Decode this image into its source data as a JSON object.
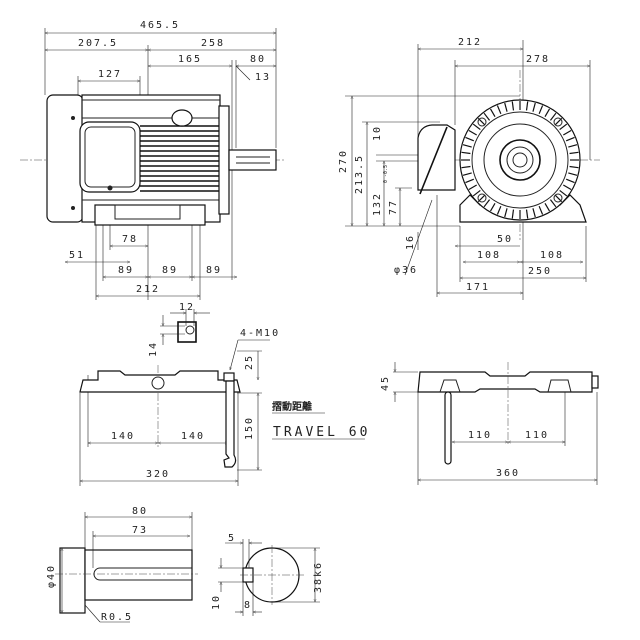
{
  "side_view": {
    "overall_length": "465.5",
    "rear_to_center": "207.5",
    "center_to_shaft_end": "258",
    "center_to_flange": "165",
    "shaft_length": "80",
    "flange_gap": "13",
    "terminal_box_offset": "127",
    "foot_to_center": "78",
    "foot_edge": "51",
    "foot_spacing_1": "89",
    "foot_spacing_2": "89",
    "foot_spacing_3": "89",
    "foot_length": "212"
  },
  "front_view": {
    "terminal_width": "212",
    "frame_width": "278",
    "overall_height": "270",
    "terminal_height": "213.5",
    "terminal_offset": "10",
    "shaft_height": "132",
    "shaft_height_tol": "0 -0.5",
    "conduit_height": "77",
    "foot_height": "16",
    "conduit_dia": "φ36",
    "foot_half": "50",
    "foot_spacing_left": "108",
    "foot_spacing_right": "108",
    "foot_width": "250",
    "terminal_to_center": "171"
  },
  "rail_side": {
    "slot_width": "12",
    "slot_height": "14",
    "bolt_spec": "4-M10",
    "bolt_top": "25",
    "bolt_length": "150",
    "travel_label_jp": "摺動距離",
    "travel_label": "TRAVEL 60",
    "hole_spacing_left": "140",
    "hole_spacing_right": "140",
    "rail_length": "320"
  },
  "rail_end": {
    "rail_height": "45",
    "spacing_left": "110",
    "spacing_right": "110",
    "rail_width": "360"
  },
  "shaft": {
    "length": "80",
    "key_length": "73",
    "diameter": "φ40",
    "radius": "R0.5",
    "key_depth": "5",
    "key_height": "10",
    "key_width": "8",
    "shaft_dia": "38k6"
  }
}
